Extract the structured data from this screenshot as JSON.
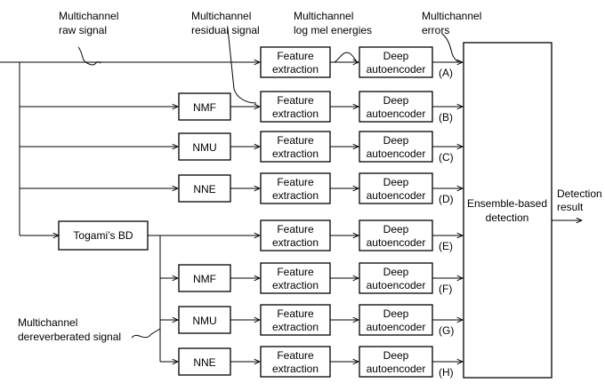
{
  "annotations": {
    "raw_signal": [
      "Multichannel",
      "raw signal"
    ],
    "residual_signal": [
      "Multichannel",
      "residual signal"
    ],
    "log_mel": [
      "Multichannel",
      "log mel  energies"
    ],
    "errors": [
      "Multichannel",
      "errors"
    ],
    "dereverberated": [
      "Multichannel",
      "dereverberated signal"
    ],
    "detection_result": [
      "Detection",
      "result"
    ]
  },
  "blocks": {
    "feature_extraction": [
      "Feature",
      "extraction"
    ],
    "deep_autoencoder": [
      "Deep",
      "autoencoder"
    ],
    "ensemble": [
      "Ensemble-based",
      "detection"
    ],
    "togami": "Togami’s  BD"
  },
  "rows": [
    {
      "label": "(A)",
      "pre": ""
    },
    {
      "label": "(B)",
      "pre": "NMF"
    },
    {
      "label": "(C)",
      "pre": "NMU"
    },
    {
      "label": "(D)",
      "pre": "NNE"
    },
    {
      "label": "(E)",
      "pre": ""
    },
    {
      "label": "(F)",
      "pre": "NMF"
    },
    {
      "label": "(G)",
      "pre": "NMU"
    },
    {
      "label": "(H)",
      "pre": "NNE"
    }
  ]
}
